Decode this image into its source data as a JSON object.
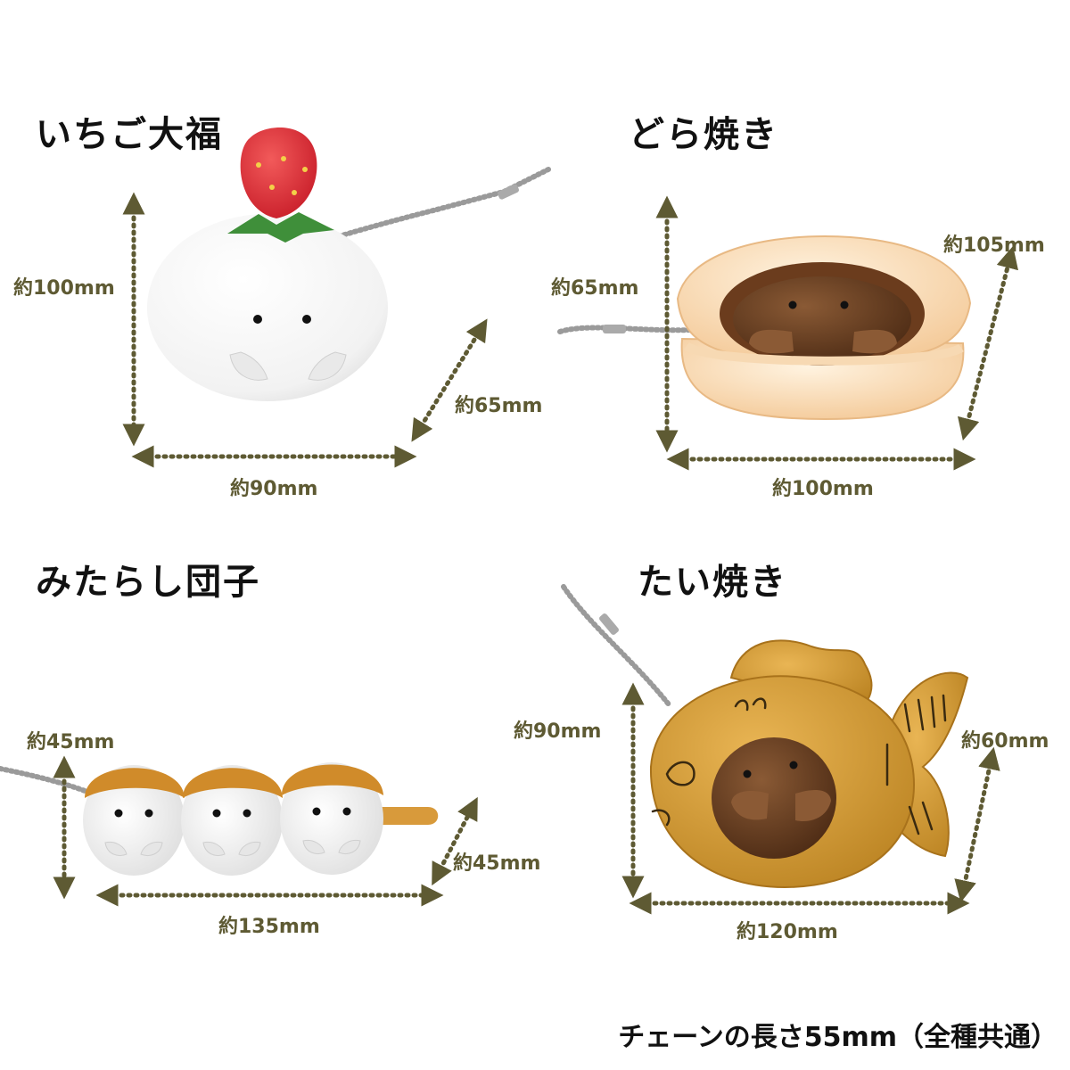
{
  "products": [
    {
      "name": "いちご大福",
      "dims": [
        "約100mm",
        "約65mm",
        "約90mm"
      ]
    },
    {
      "name": "どら焼き",
      "dims": [
        "約65mm",
        "約105mm",
        "約100mm"
      ]
    },
    {
      "name": "みたらし団子",
      "dims": [
        "約45mm",
        "約45mm",
        "約135mm"
      ]
    },
    {
      "name": "たい焼き",
      "dims": [
        "約90mm",
        "約60mm",
        "約120mm"
      ]
    }
  ],
  "footer_note": "チェーンの長さ55mm（全種共通）",
  "colors": {
    "arrow": "#5e5a33",
    "text": "#111111"
  }
}
